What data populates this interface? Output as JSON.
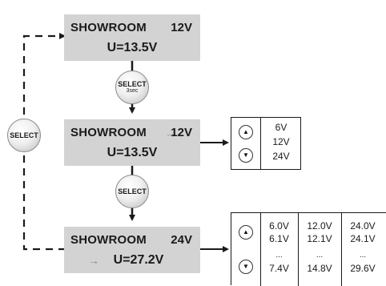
{
  "screens": [
    {
      "mode": "SHOWROOM",
      "voltage": "12V",
      "u_value": "U=13.5V"
    },
    {
      "mode": "SHOWROOM",
      "voltage": "12V",
      "u_value": "U=13.5V"
    },
    {
      "mode": "SHOWROOM",
      "voltage": "24V",
      "u_value": "U=27.2V"
    }
  ],
  "buttons": {
    "select_long": {
      "label": "SELECT",
      "sub": "3sec"
    },
    "select_mid": {
      "label": "SELECT"
    },
    "select_loop": {
      "label": "SELECT"
    }
  },
  "marks": {
    "right_arrow": "→",
    "up": "▲",
    "down": "▼"
  },
  "voltage_options": [
    "6V",
    "12V",
    "24V"
  ],
  "u_options": {
    "col1": [
      "6.0V",
      "6.1V",
      "...",
      "7.4V"
    ],
    "col2": [
      "12.0V",
      "12.1V",
      "...",
      "14.8V"
    ],
    "col3": [
      "24.0V",
      "24.1V",
      "...",
      "29.6V"
    ]
  },
  "colors": {
    "screen_bg": "#d3d3d3",
    "arrow_gray": "#888888",
    "line": "#1a1a1a"
  }
}
